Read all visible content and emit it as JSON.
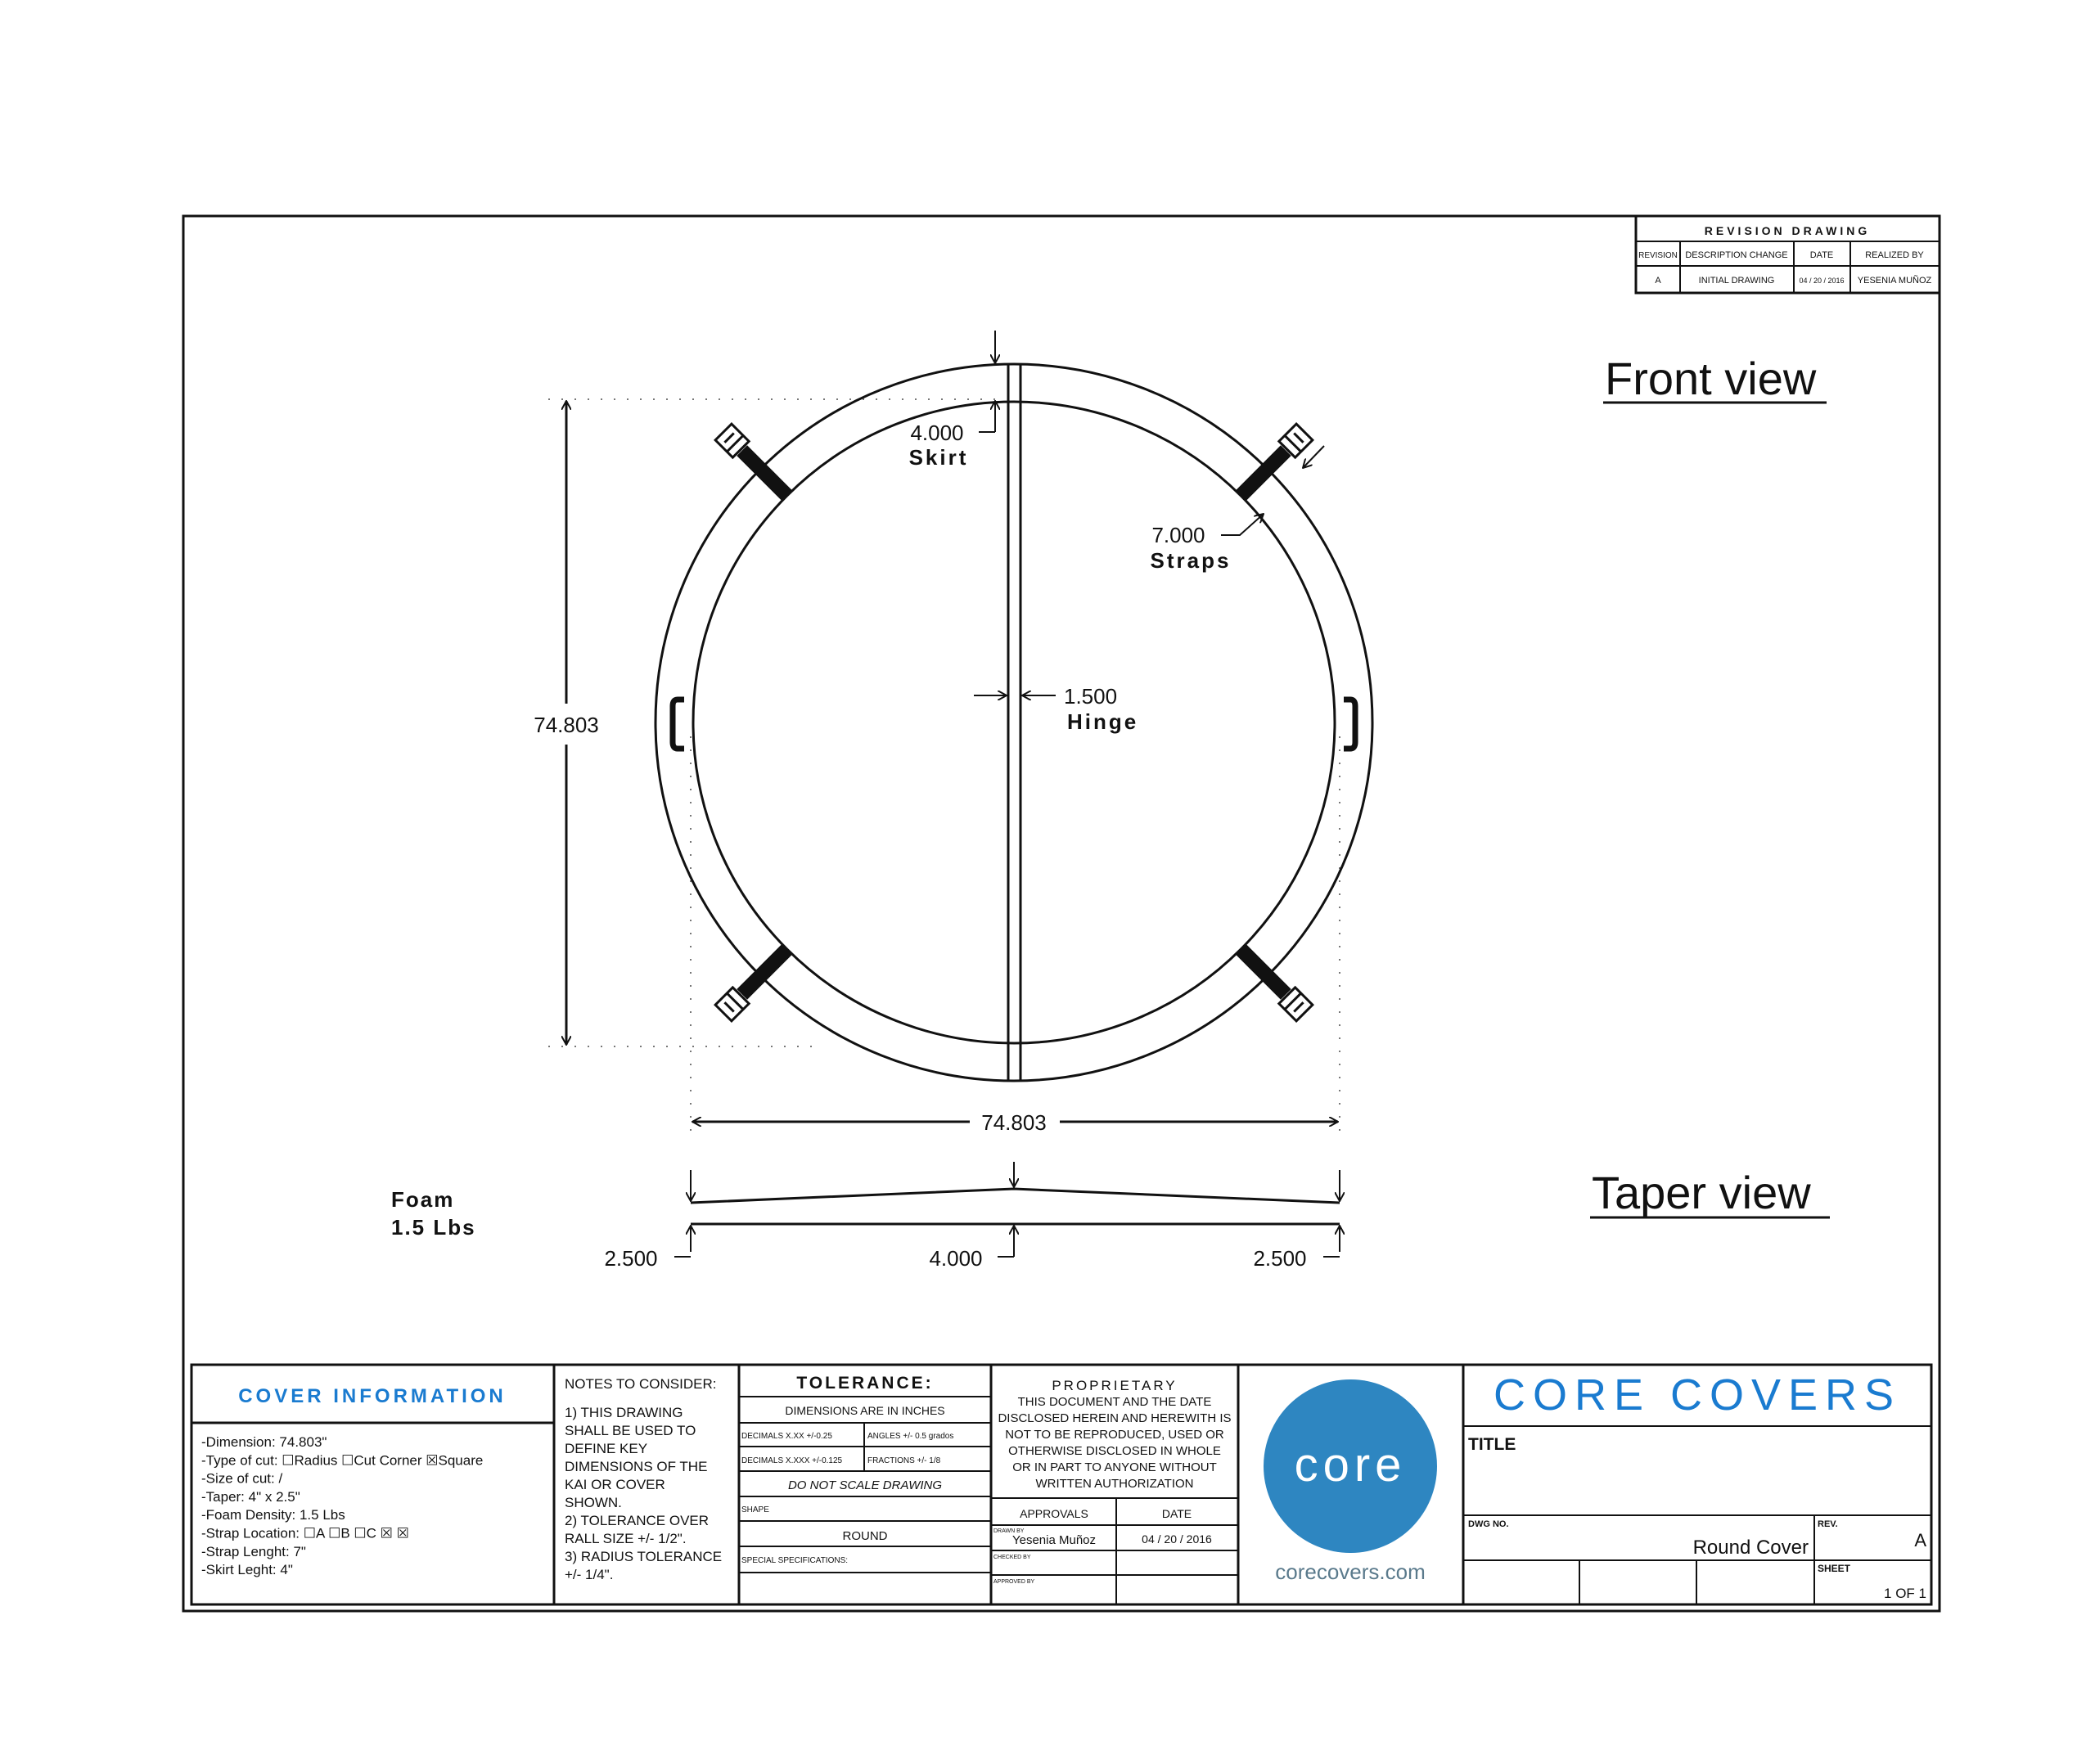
{
  "revision_table": {
    "title": "REVISION DRAWING",
    "headers": [
      "REVISION",
      "DESCRIPTION CHANGE",
      "DATE",
      "REALIZED BY"
    ],
    "row": [
      "A",
      "INITIAL DRAWING",
      "04 / 20 / 2016",
      "YESENIA MUÑOZ"
    ]
  },
  "views": {
    "front": "Front view",
    "taper": "Taper view"
  },
  "dimensions": {
    "height": "74.803",
    "width": "74.803",
    "skirt_value": "4.000",
    "skirt_label": "Skirt",
    "straps_value": "7.000",
    "straps_label": "Straps",
    "hinge_value": "1.500",
    "hinge_label": "Hinge",
    "taper_left": "2.500",
    "taper_center": "4.000",
    "taper_right": "2.500"
  },
  "foam": {
    "line1": "Foam",
    "line2": "1.5 Lbs"
  },
  "cover_info": {
    "title": "COVER INFORMATION",
    "lines": [
      "-Dimension: 74.803\"",
      "-Type of cut:   ☐Radius   ☐Cut Corner   ☒Square",
      "-Size of cut: /",
      "-Taper: 4\" x 2.5\"",
      "-Foam Density: 1.5 Lbs",
      "-Strap Location:  ☐A   ☐B   ☐C   ☒   ☒",
      "-Strap Lenght: 7\"",
      "-Skirt Leght: 4\""
    ]
  },
  "notes": {
    "title": "NOTES TO CONSIDER:",
    "lines": [
      "1) THIS DRAWING",
      "SHALL BE USED TO",
      "DEFINE KEY",
      "DIMENSIONS OF THE",
      "KAI OR COVER",
      "SHOWN.",
      "2) TOLERANCE OVER",
      "RALL SIZE +/- 1/2\".",
      "3) RADIUS TOLERANCE",
      "+/- 1/4\"."
    ]
  },
  "tolerance": {
    "title": "TOLERANCE:",
    "units": "DIMENSIONS ARE IN INCHES",
    "decimals1": "DECIMALS X.XX  +/-0.25",
    "angles": "ANGLES   +/- 0.5 grados",
    "decimals2": "DECIMALS X.XXX +/-0.125",
    "fractions": "FRACTIONS  +/- 1/8",
    "do_not_scale": "DO NOT SCALE DRAWING",
    "shape_label": "SHAPE",
    "shape_value": "ROUND",
    "special_label": "SPECIAL SPECIFICATIONS:"
  },
  "proprietary": {
    "title": "PROPRIETARY",
    "lines": [
      "THIS DOCUMENT AND THE DATE",
      "DISCLOSED HEREIN AND HEREWITH IS",
      "NOT TO BE REPRODUCED, USED OR",
      "OTHERWISE DISCLOSED IN WHOLE",
      "OR IN PART TO ANYONE WITHOUT",
      "WRITTEN AUTHORIZATION"
    ],
    "approvals": "APPROVALS",
    "date_header": "DATE",
    "drawn_by_label": "DRAWN BY",
    "drawn_by": "Yesenia Muñoz",
    "drawn_date": "04 / 20 / 2016",
    "checked_by_label": "CHECKED BY",
    "approved_by_label": "APPROVED BY"
  },
  "logo": {
    "text": "core",
    "url": "corecovers.com",
    "color": "#2e86c1"
  },
  "title_block": {
    "company": "CORE COVERS",
    "title_label": "TITLE",
    "dwg_label": "DWG NO.",
    "dwg_value": "Round Cover",
    "rev_label": "REV.",
    "rev_value": "A",
    "sheet_label": "SHEET",
    "sheet_value": "1 OF 1"
  }
}
